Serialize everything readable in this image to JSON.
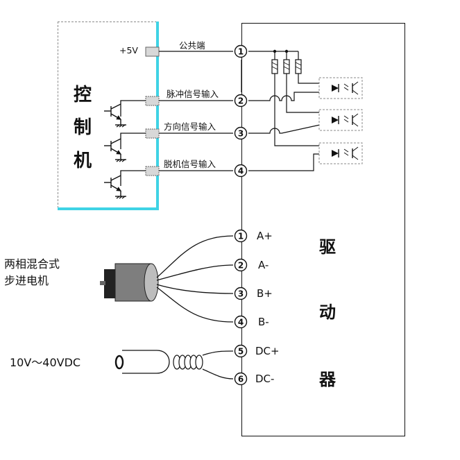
{
  "controller": {
    "chars": [
      "控",
      "制",
      "机"
    ],
    "voltage_label": "+5V",
    "signals": [
      "公共端",
      "脉冲信号输入",
      "方向信号输入",
      "脱机信号输入"
    ]
  },
  "motor": {
    "label_lines": [
      "两相混合式",
      "步进电机"
    ],
    "phases": [
      "A+",
      "A-",
      "B+",
      "B-"
    ]
  },
  "power": {
    "range_label": "10V～40VDC",
    "terminals": [
      "DC+",
      "DC-"
    ]
  },
  "driver": {
    "chars": [
      "驱",
      "动",
      "器"
    ]
  },
  "terminal_numbers": [
    "1",
    "2",
    "3",
    "4",
    "1",
    "2",
    "3",
    "4",
    "5",
    "6"
  ]
}
